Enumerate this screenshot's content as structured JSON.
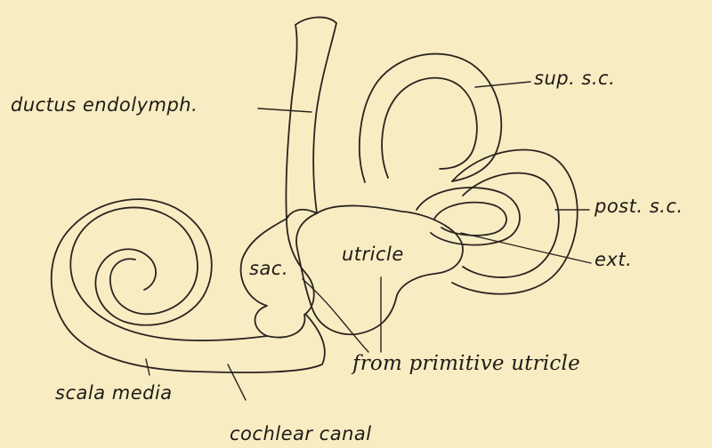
{
  "labels": {
    "ductus": "ductus endolymph.",
    "sup_sc": "sup. s.c.",
    "post_sc": "post. s.c.",
    "ext": "ext.",
    "utricle": "utricle",
    "sac": "sac.",
    "from_primitive_utricle": "from primitive utricle",
    "scala_media": "scala media",
    "cochlear_canal": "cochlear canal"
  },
  "colors": {
    "paper": "#f8edc2",
    "ink": "#2a2420"
  }
}
